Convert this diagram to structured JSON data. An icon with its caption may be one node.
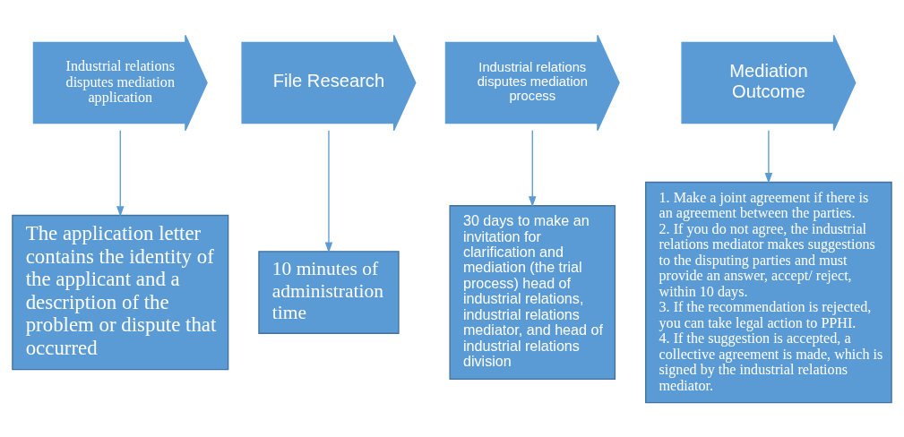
{
  "diagram": {
    "nodes": [
      {
        "text": [
          "Industrial relations disputes mediation application"
        ]
      },
      {
        "text": [
          "File Research"
        ]
      },
      {
        "text": [
          "Industrial relations disputes mediation process"
        ]
      },
      {
        "text": [
          "Mediation Outcome"
        ]
      },
      {
        "text": [
          "The application letter contains the identity of the applicant and a description of the problem or dispute that occurred"
        ]
      },
      {
        "text": [
          "10 minutes of administration time"
        ]
      },
      {
        "text": [
          "30 days to make an invitation for clarification and mediation (the trial process) head of industrial relations, industrial relations mediator, and head of industrial relations division"
        ]
      },
      {
        "text": [
          "1. Make a joint agreement if there is an agreement between the parties.",
          "2. If you do not agree, the industrial relations mediator makes suggestions to the disputing parties and must provide an answer, accept/ reject, within 10 days.",
          "3. If the recommendation is rejected, you can take legal action to PPHI.",
          "4. If the suggestion is accepted, a collective agreement is made, which is signed by the industrial relations mediator."
        ]
      }
    ],
    "edges": [
      {
        "from": 0,
        "to": 4,
        "arrow": "to"
      },
      {
        "from": 1,
        "to": 5,
        "arrow": "to"
      },
      {
        "from": 2,
        "to": 6,
        "arrow": "to"
      },
      {
        "from": 3,
        "to": 7,
        "arrow": "to"
      }
    ]
  }
}
